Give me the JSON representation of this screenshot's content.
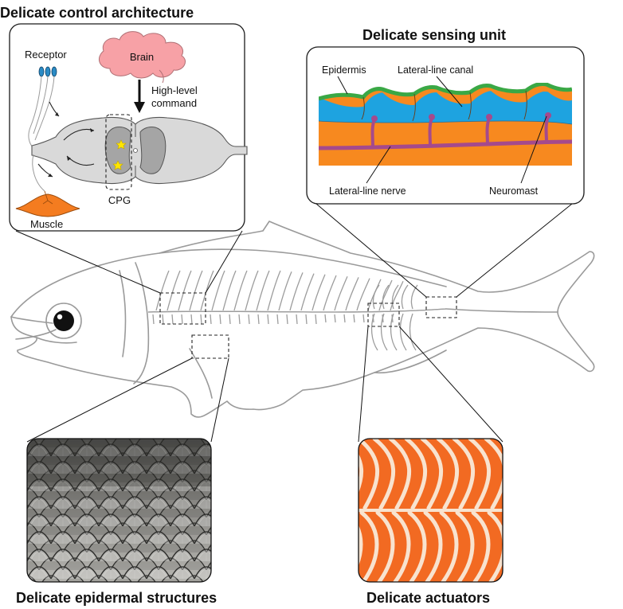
{
  "panels": {
    "control": {
      "title": "Delicate control architecture",
      "receptor": "Receptor",
      "brain": "Brain",
      "command_line1": "High-level",
      "command_line2": "command",
      "cpg": "CPG",
      "muscle": "Muscle"
    },
    "sensing": {
      "title": "Delicate sensing unit",
      "epidermis": "Epidermis",
      "canal": "Lateral-line canal",
      "nerve": "Lateral-line nerve",
      "neuromast": "Neuromast"
    },
    "epidermal": {
      "title": "Delicate epidermal structures"
    },
    "actuators": {
      "title": "Delicate actuators"
    }
  },
  "colors": {
    "brain": "#f7a1a6",
    "muscle": "#f47c20",
    "epidermis": "#3aa845",
    "canal": "#1ea3e0",
    "tissue": "#f7891f",
    "nerve": "#a54a8c",
    "spinal_cord": "#d9d9d9",
    "grey_matter": "#a5a5a5",
    "receptor": "#2a8bc5",
    "star": "#ffe600"
  },
  "icons": [
    "receptor-cells-icon",
    "brain-icon",
    "spinal-cord-icon",
    "muscle-icon",
    "fish-skeleton-icon",
    "fish-eye-icon",
    "scales-photo-icon",
    "muscle-tissue-photo-icon"
  ]
}
